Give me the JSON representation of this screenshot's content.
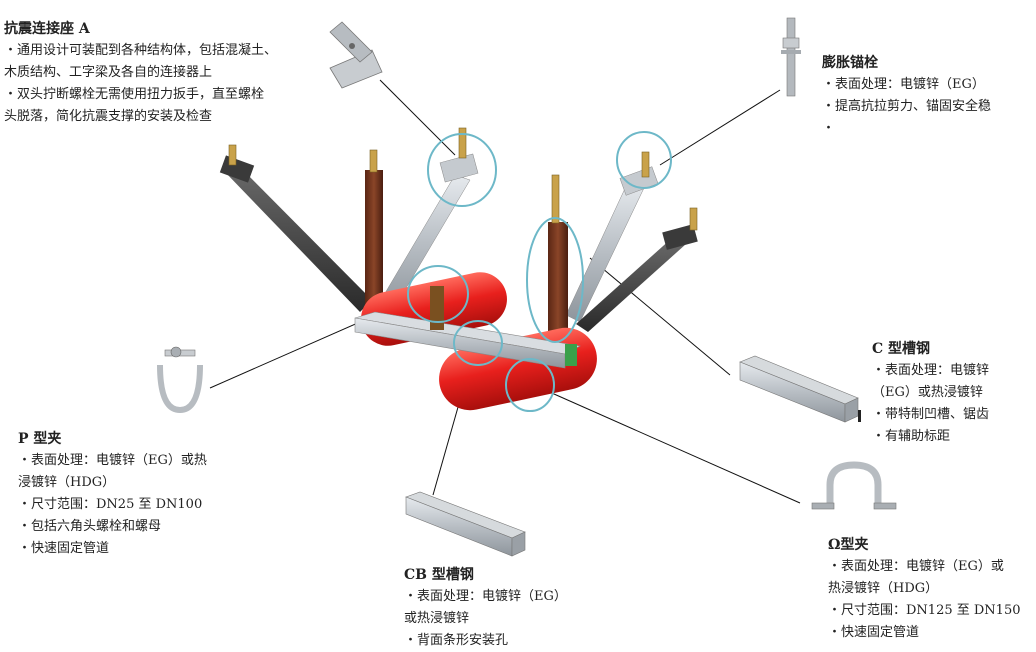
{
  "colors": {
    "pipe": "#e8201d",
    "steel": "#b8bec4",
    "steel_dark": "#3a3a3a",
    "rod_brown": "#7a3a22",
    "bolt_gold": "#c9a24a",
    "callout": "#6db8c8",
    "leader": "#111111"
  },
  "labels": {
    "anchor_seat": {
      "title": "抗震连接座 A",
      "lines": [
        "・通用设计可装配到各种结构体，包括混凝土、",
        "木质结构、工字梁及各自的连接器上",
        "・双头拧断螺栓无需使用扭力扳手，直至螺栓",
        "头脱落，简化抗震支撑的安装及检查"
      ]
    },
    "expansion_bolt": {
      "title": "膨胀锚栓",
      "lines": [
        "・表面处理：电镀锌（EG）",
        "・提高抗拉剪力、锚固安全稳",
        "・"
      ]
    },
    "c_channel": {
      "title": "C 型槽钢",
      "lines": [
        "・表面处理：电镀锌",
        "（EG）或热浸镀锌",
        "・带特制凹槽、锯齿",
        "・有辅助标距"
      ]
    },
    "p_clamp": {
      "title": "P 型夹",
      "lines": [
        "・表面处理：电镀锌（EG）或热",
        "浸镀锌（HDG）",
        "・尺寸范围：DN25 至 DN100",
        "・包括六角头螺栓和螺母",
        "・快速固定管道"
      ]
    },
    "cb_channel": {
      "title": "CB 型槽钢",
      "lines": [
        "・表面处理：电镀锌（EG）",
        "或热浸镀锌",
        "・背面条形安装孔"
      ]
    },
    "omega_clamp": {
      "title": "Ω型夹",
      "lines": [
        "・表面处理：电镀锌（EG）或",
        "热浸镀锌（HDG）",
        "・尺寸范围：DN125 至 DN150",
        "・快速固定管道"
      ]
    }
  }
}
